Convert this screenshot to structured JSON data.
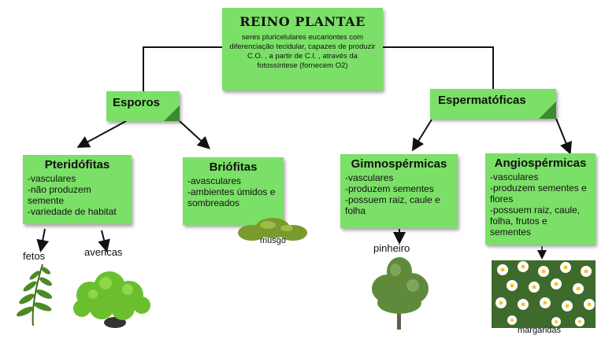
{
  "root": {
    "title": "REINO PLANTAE",
    "description": "seres pluricelulares eucariontes com diferenciação tecidular, capazes de produzir C.O. , a partir de C.I. , através da fotossíntese (fornecem O2)"
  },
  "branches": [
    {
      "label": "Esporos"
    },
    {
      "label": "Espermatóficas"
    }
  ],
  "groups": [
    {
      "title": "Pteridófitas",
      "lines": [
        "-vasculares",
        "-não produzem semente",
        "-variedade de habitat"
      ]
    },
    {
      "title": "Briófitas",
      "lines": [
        "-avasculares",
        "-ambientes úmidos e sombreados"
      ]
    },
    {
      "title": "Gimnospérmicas",
      "lines": [
        "-vasculares",
        "-produzem sementes",
        "-possuem raiz, caule e folha"
      ]
    },
    {
      "title": "Angiospérmicas",
      "lines": [
        "-vasculares",
        "-produzem sementes e flores",
        "-possuem raiz, caule, folha, frutos e sementes"
      ]
    }
  ],
  "examples": {
    "fetos": "fetos",
    "avencas": "avencas",
    "musgo": "musgo",
    "pinheiro": "pinheiro",
    "margaridas": "margaridas"
  },
  "colors": {
    "box": "#7be067",
    "fold": "#3b8a31",
    "line": "#111111"
  }
}
